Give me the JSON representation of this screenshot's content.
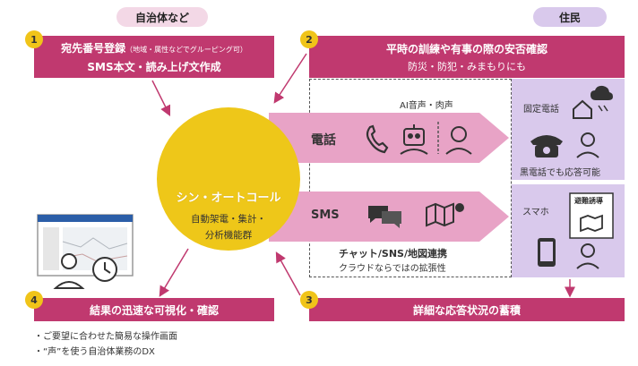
{
  "labels": {
    "municipality": "自治体など",
    "residents": "住民"
  },
  "steps": {
    "s1": {
      "num": "1",
      "line1": "宛先番号登録",
      "line1_sub": "（地域・属性などでグルーピング可）",
      "line2": "SMS本文・読み上げ文作成"
    },
    "s2": {
      "num": "2",
      "line1": "平時の訓練や有事の際の安否確認",
      "line2": "防災・防犯・みまもりにも"
    },
    "s3": {
      "num": "3",
      "line1": "詳細な応答状況の蓄積"
    },
    "s4": {
      "num": "4",
      "line1": "結果の迅速な可視化・確認"
    }
  },
  "center": {
    "name": "シン・オートコール",
    "features_line1": "自動架電・集計・",
    "features_line2": "分析機能群"
  },
  "channels": {
    "phone": {
      "label": "電話",
      "voice_label": "AI音声・肉声"
    },
    "sms": {
      "label": "SMS",
      "ext_line1": "チャット/SNS/地図連携",
      "ext_line2": "クラウドならではの拡張性"
    }
  },
  "residents_panel": {
    "landline": "固定電話",
    "rotary_note": "黒電話でも応答可能",
    "smartphone": "スマホ",
    "evacuation": "避難誘導"
  },
  "bullets": [
    "・ご要望に合わせた簡易な操作画面",
    "・“声”を使う自治体業務のDX"
  ],
  "colors": {
    "magenta": "#c0396f",
    "pink_arrow": "#e8a3c6",
    "yellow": "#eec719",
    "lavender": "#d9c9ec"
  }
}
